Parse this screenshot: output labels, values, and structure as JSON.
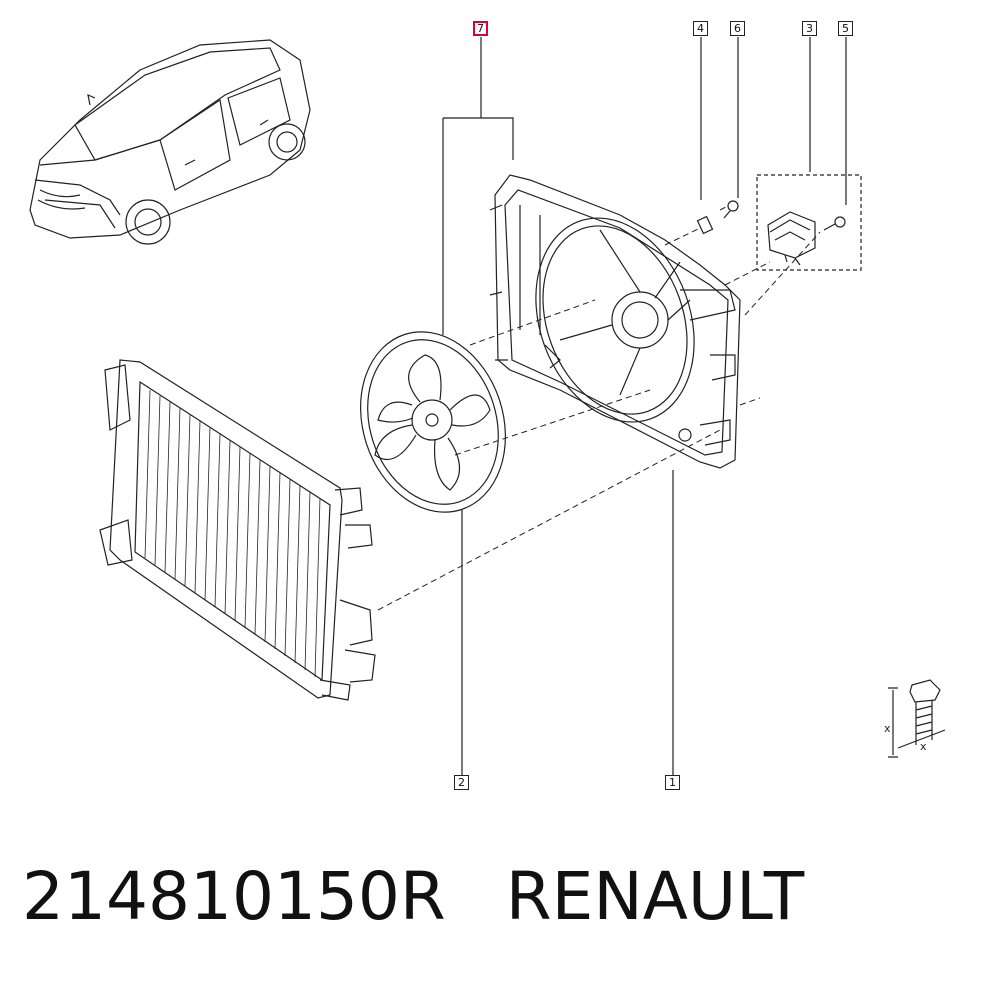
{
  "callouts": {
    "c1": "1",
    "c2": "2",
    "c3": "3",
    "c4": "4",
    "c5": "5",
    "c6": "6",
    "c7": "7"
  },
  "torque_symbol": {
    "x_label_1": "x",
    "x_label_2": "x"
  },
  "caption": {
    "part_number": "214810150R",
    "brand": "RENAULT"
  },
  "colors": {
    "line": "#222222",
    "highlight": "#e0002a",
    "background": "#ffffff"
  }
}
